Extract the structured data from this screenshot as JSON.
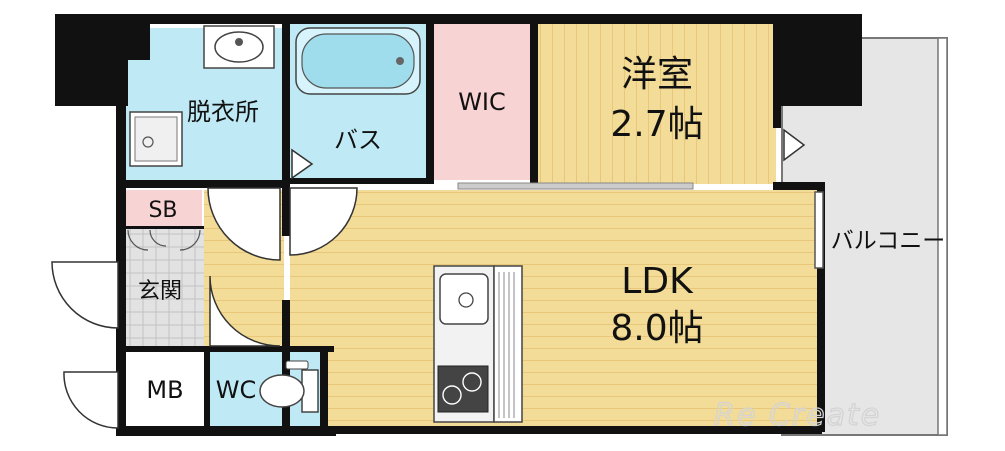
{
  "rooms": {
    "western_room": {
      "name": "洋室",
      "size": "2.7帖"
    },
    "ldk": {
      "name": "LDK",
      "size": "8.0帖"
    },
    "bath": "バス",
    "wic": "WIC",
    "dressing": "脱衣所",
    "sb": "SB",
    "entrance": "玄関",
    "mb": "MB",
    "wc": "WC",
    "balcony": "バルコニー"
  },
  "watermark": "Re Create",
  "colors": {
    "wall": "#111111",
    "wood_floor": "#f3dc97",
    "wood_stripe": "#e8c77a",
    "wet_area": "#bfe9f4",
    "wic_pink": "#f8d3d3",
    "sb_pink": "#f8d3d3",
    "entrance_tile": "#dcdcdc",
    "balcony": "#e6e6e6",
    "kitchen": "#f2f2f2"
  }
}
